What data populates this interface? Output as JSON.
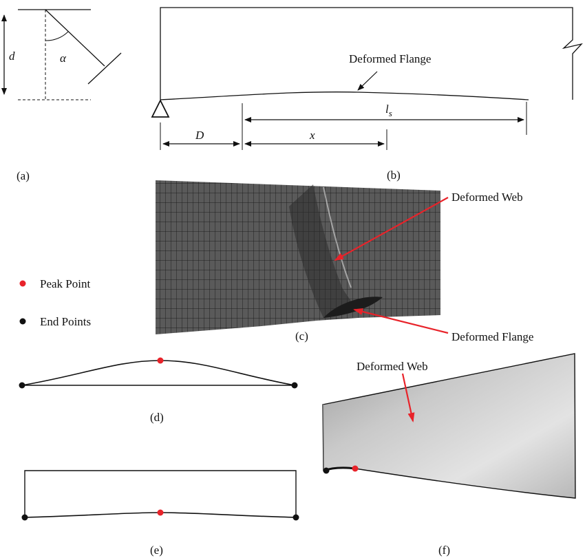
{
  "panels": {
    "a": {
      "caption": "(a)",
      "symbol_d": "d",
      "symbol_alpha": "α"
    },
    "b": {
      "caption": "(b)",
      "label_deformed_flange": "Deformed Flange",
      "symbol_ls_main": "l",
      "symbol_ls_sub": "s",
      "symbol_D": "D",
      "symbol_x": "x"
    },
    "c": {
      "caption": "(c)",
      "label_deformed_web": "Deformed Web",
      "label_deformed_flange": "Deformed Flange"
    },
    "legend": {
      "peak_label": "Peak Point",
      "end_label": "End Points",
      "peak_color": "#e8232a",
      "end_color": "#111111"
    },
    "d": {
      "caption": "(d)"
    },
    "e": {
      "caption": "(e)"
    },
    "f": {
      "caption": "(f)",
      "label_deformed_web": "Deformed Web"
    }
  },
  "colors": {
    "annotation_arrow": "#e8232a",
    "line": "#111111",
    "mesh": "#3a3a3a",
    "web_shade": "#bdbdbd"
  }
}
